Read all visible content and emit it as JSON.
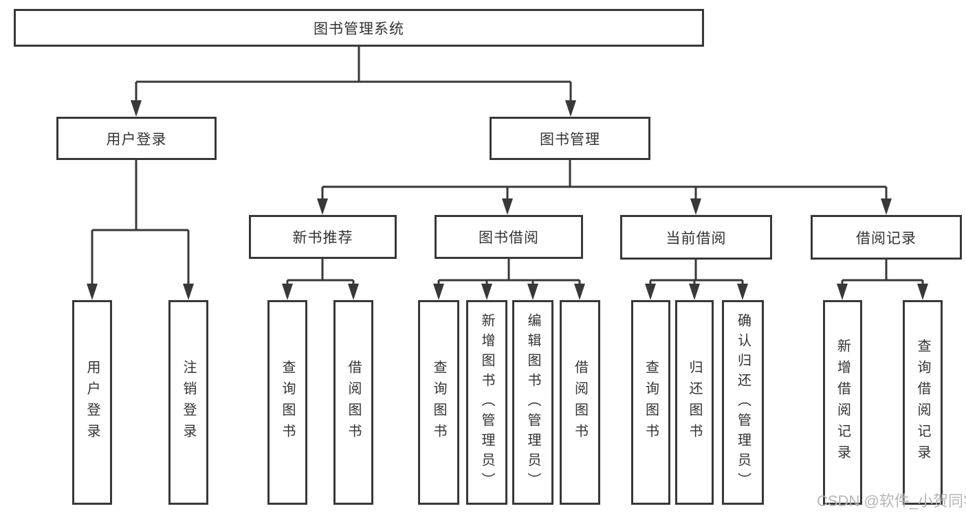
{
  "tree": {
    "root": "图书管理系统",
    "branches": [
      {
        "label": "用户登录",
        "children": [
          "用户登录",
          "注销登录"
        ]
      },
      {
        "label": "图书管理",
        "sections": [
          {
            "label": "新书推荐",
            "children": [
              "查询图书",
              "借阅图书"
            ]
          },
          {
            "label": "图书借阅",
            "children": [
              "查询图书",
              "新增图书（管理员）",
              "编辑图书（管理员）",
              "借阅图书"
            ]
          },
          {
            "label": "当前借阅",
            "children": [
              "查询图书",
              "归还图书",
              "确认归还（管理员）"
            ]
          },
          {
            "label": "借阅记录",
            "children": [
              "新增借阅记录",
              "查询借阅记录"
            ]
          }
        ]
      }
    ]
  },
  "watermark": "CSDN @软件_小贺同学",
  "colors": {
    "line": "#383838",
    "text": "#333333",
    "watermark": "#b5b5b5",
    "background": "#ffffff"
  }
}
